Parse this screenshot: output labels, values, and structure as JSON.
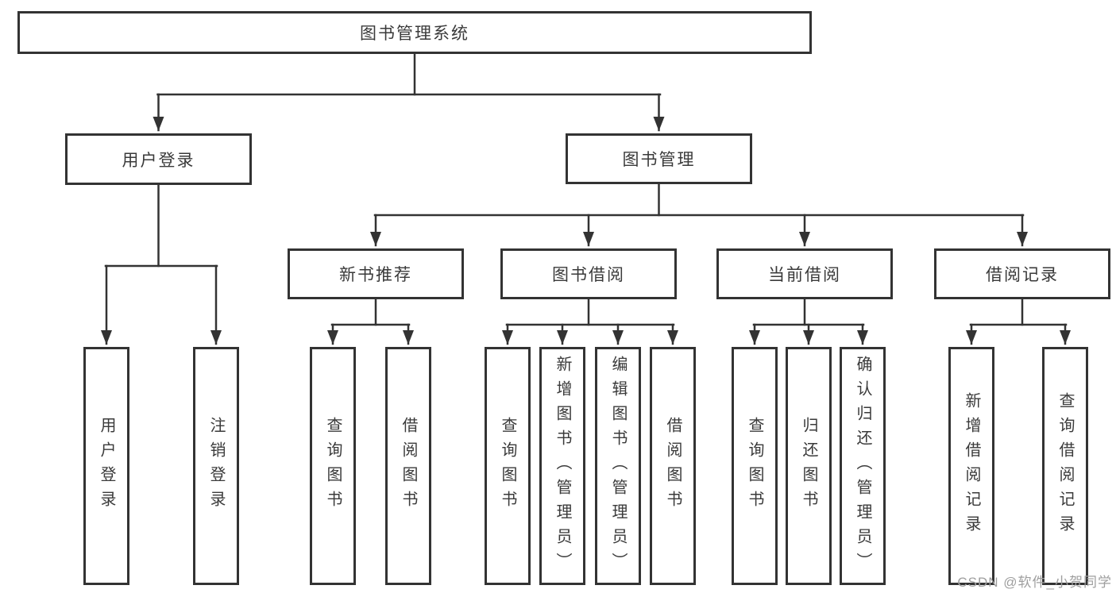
{
  "diagram": {
    "root": {
      "label": "图书管理系统"
    },
    "level2": [
      {
        "label": "用户登录"
      },
      {
        "label": "图书管理"
      }
    ],
    "level3": [
      {
        "label": "新书推荐"
      },
      {
        "label": "图书借阅"
      },
      {
        "label": "当前借阅"
      },
      {
        "label": "借阅记录"
      }
    ],
    "leaves": {
      "user_login": [
        "用户登录",
        "注销登录"
      ],
      "new_book": [
        "查询图书",
        "借阅图书"
      ],
      "book_borrow": [
        "查询图书",
        "新增图书（管理员）",
        "编辑图书（管理员）",
        "借阅图书"
      ],
      "current_borrow": [
        "查询图书",
        "归还图书",
        "确认归还（管理员）"
      ],
      "borrow_records": [
        "新增借阅记录",
        "查询借阅记录"
      ]
    },
    "watermark": "CSDN @软件_小贺同学",
    "colors": {
      "line": "#333333",
      "text": "#3a3a3a",
      "watermark": "#9e9e9e",
      "background": "#ffffff"
    }
  }
}
